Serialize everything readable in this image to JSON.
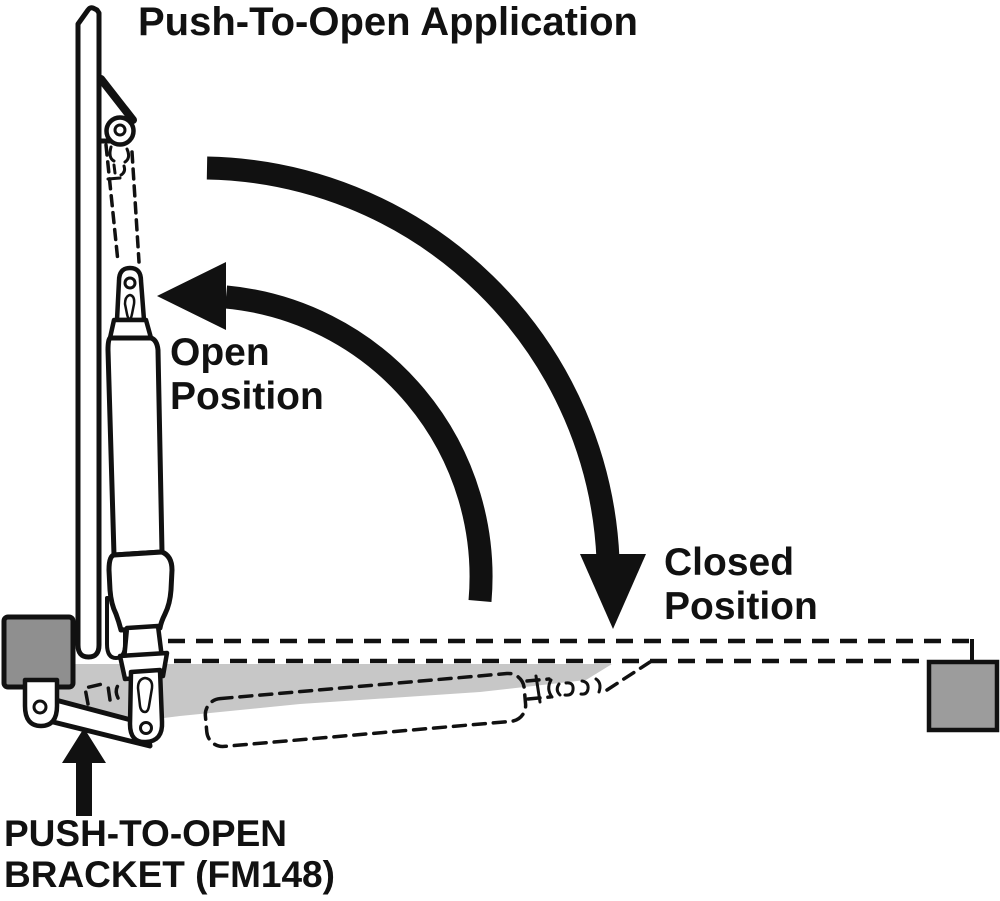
{
  "diagram": {
    "title": "Push-To-Open Application",
    "open_label": {
      "line1": "Open",
      "line2": "Position"
    },
    "closed_label": {
      "line1": "Closed",
      "line2": "Position"
    },
    "bracket_label": {
      "line1": "PUSH-TO-OPEN",
      "line2": "BRACKET (FM148)"
    },
    "parts": {
      "door_panel": "lid shown vertical (open)",
      "actuator": "gas spring / actuator (open position, solid)",
      "closed_ghost": "lid and actuator closed position (dashed outline)",
      "bracket": "push-to-open bracket FM148",
      "wall_block": "frame mounting block"
    },
    "colors": {
      "ink": "#111111",
      "background": "#ffffff",
      "bracket_block_gray": "#8f8f8f",
      "wall_block_gray": "#9c9c9c",
      "sweep_shade_gray": "#c7c7c7"
    }
  }
}
